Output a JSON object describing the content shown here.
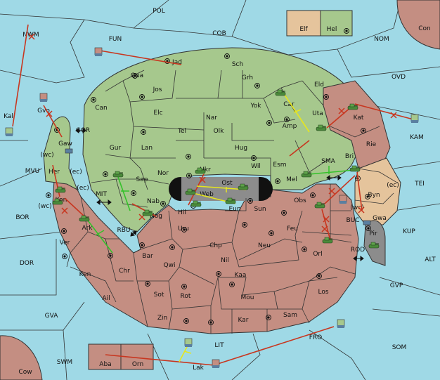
{
  "colors": {
    "sea": "#9fd9e6",
    "land_green": "#a6c88d",
    "land_red": "#c48e82",
    "land_tan": "#e5c49c",
    "land_grey": "#8c8c8c",
    "cap": "#2b2b2b",
    "order_red": "#c8361f",
    "order_green": "#34c22a",
    "order_yellow": "#e6e61e",
    "tank": "#4a8a3a"
  },
  "regions": [
    {
      "id": "POL",
      "label": "POL"
    },
    {
      "id": "FUN",
      "label": "FUN"
    },
    {
      "id": "COB",
      "label": "COB"
    },
    {
      "id": "NWM",
      "label": "NWM"
    },
    {
      "id": "NOM",
      "label": "NOM"
    },
    {
      "id": "Con",
      "label": "Con"
    },
    {
      "id": "Elf",
      "label": "Elf"
    },
    {
      "id": "Hel",
      "label": "Hel"
    },
    {
      "id": "OVD",
      "label": "OVD"
    },
    {
      "id": "KAM",
      "label": "KAM"
    },
    {
      "id": "Kal",
      "label": "Kal"
    },
    {
      "id": "Gvo",
      "label": "Gvo"
    },
    {
      "id": "GOR",
      "label": "GOR"
    },
    {
      "id": "Gaw",
      "label": "Gaw"
    },
    {
      "id": "MVU",
      "label": "MVU"
    },
    {
      "id": "Her",
      "label": "Her"
    },
    {
      "id": "Kon",
      "label": "Kon"
    },
    {
      "id": "BOR",
      "label": "BOR"
    },
    {
      "id": "DOR",
      "label": "DOR"
    },
    {
      "id": "MIT",
      "label": "MIT"
    },
    {
      "id": "RBU",
      "label": "RBU"
    },
    {
      "id": "GVA",
      "label": "GVA"
    },
    {
      "id": "SWM",
      "label": "SWM"
    },
    {
      "id": "Cow",
      "label": "Cow"
    },
    {
      "id": "Aba",
      "label": "Aba"
    },
    {
      "id": "Orn",
      "label": "Orn"
    },
    {
      "id": "LIT",
      "label": "LIT"
    },
    {
      "id": "Lak",
      "label": "Lak"
    },
    {
      "id": "FRO",
      "label": "FRO"
    },
    {
      "id": "SOM",
      "label": "SOM"
    },
    {
      "id": "GVP",
      "label": "GVP"
    },
    {
      "id": "ALT",
      "label": "ALT"
    },
    {
      "id": "KUP",
      "label": "KUP"
    },
    {
      "id": "TEI",
      "label": "TEI"
    },
    {
      "id": "BUC",
      "label": "BUC"
    },
    {
      "id": "ROD",
      "label": "ROD"
    },
    {
      "id": "SMA",
      "label": "SMA"
    },
    {
      "id": "Jad",
      "label": "Jad"
    },
    {
      "id": "Sch",
      "label": "Sch"
    },
    {
      "id": "Qua",
      "label": "Qua"
    },
    {
      "id": "Jos",
      "label": "Jos"
    },
    {
      "id": "Grh",
      "label": "Grh"
    },
    {
      "id": "Eld",
      "label": "Eld"
    },
    {
      "id": "Can",
      "label": "Can"
    },
    {
      "id": "Elc",
      "label": "Elc"
    },
    {
      "id": "Nar",
      "label": "Nar"
    },
    {
      "id": "Yok",
      "label": "Yok"
    },
    {
      "id": "Car",
      "label": "Car"
    },
    {
      "id": "Uta",
      "label": "Uta"
    },
    {
      "id": "Kat",
      "label": "Kat"
    },
    {
      "id": "Tel",
      "label": "Tel"
    },
    {
      "id": "Olk",
      "label": "Olk"
    },
    {
      "id": "Amp",
      "label": "Amp"
    },
    {
      "id": "Rie",
      "label": "Rie"
    },
    {
      "id": "Gur",
      "label": "Gur"
    },
    {
      "id": "Lan",
      "label": "Lan"
    },
    {
      "id": "Hug",
      "label": "Hug"
    },
    {
      "id": "Bri",
      "label": "Bri"
    },
    {
      "id": "Esm",
      "label": "Esm"
    },
    {
      "id": "Nor",
      "label": "Nor"
    },
    {
      "id": "Wil",
      "label": "Wil"
    },
    {
      "id": "Sap",
      "label": "Sap"
    },
    {
      "id": "Ukr",
      "label": "Ukr"
    },
    {
      "id": "Ost",
      "label": "Ost"
    },
    {
      "id": "Mel",
      "label": "Mel"
    },
    {
      "id": "Byn",
      "label": "Byn"
    },
    {
      "id": "Web",
      "label": "Web"
    },
    {
      "id": "Nab",
      "label": "Nab"
    },
    {
      "id": "Hil",
      "label": "Hil"
    },
    {
      "id": "Eun",
      "label": "Eun"
    },
    {
      "id": "Sun",
      "label": "Sun"
    },
    {
      "id": "Obs",
      "label": "Obs"
    },
    {
      "id": "Gwa",
      "label": "Gwa"
    },
    {
      "id": "Nog",
      "label": "Nog"
    },
    {
      "id": "Ark",
      "label": "Ark"
    },
    {
      "id": "Uru",
      "label": "Uru"
    },
    {
      "id": "Feu",
      "label": "Feu"
    },
    {
      "id": "Pir",
      "label": "Pir"
    },
    {
      "id": "Ver",
      "label": "Ver"
    },
    {
      "id": "Chp",
      "label": "Chp"
    },
    {
      "id": "Neu",
      "label": "Neu"
    },
    {
      "id": "Orl",
      "label": "Orl"
    },
    {
      "id": "Bar",
      "label": "Bar"
    },
    {
      "id": "Qwi",
      "label": "Qwi"
    },
    {
      "id": "Nil",
      "label": "Nil"
    },
    {
      "id": "Ken",
      "label": "Ken"
    },
    {
      "id": "Chr",
      "label": "Chr"
    },
    {
      "id": "Kaa",
      "label": "Kaa"
    },
    {
      "id": "Ail",
      "label": "Ail"
    },
    {
      "id": "Sot",
      "label": "Sot"
    },
    {
      "id": "Rot",
      "label": "Rot"
    },
    {
      "id": "Mou",
      "label": "Mou"
    },
    {
      "id": "Los",
      "label": "Los"
    },
    {
      "id": "Zin",
      "label": "Zin"
    },
    {
      "id": "Kar",
      "label": "Kar"
    },
    {
      "id": "Sam",
      "label": "Sam"
    }
  ],
  "coast_notes": {
    "wc": "(wc)",
    "ec": "(ec)"
  },
  "supply_centers": [
    "Hel",
    "Jad",
    "Sch",
    "Grh",
    "Eld",
    "Can",
    "Car",
    "Kat",
    "Gaw",
    "Tel",
    "Amp",
    "Gur",
    "Hug",
    "Nor",
    "Wil",
    "Sap",
    "Mel",
    "Kon",
    "Ark",
    "Nab",
    "Hil",
    "Sun",
    "Obs",
    "Bri",
    "Byn",
    "Pir",
    "Uru",
    "Chp",
    "Feu",
    "Neu",
    "Orl",
    "Bar",
    "Qwi",
    "Chr",
    "Kaa",
    "Ail",
    "Sot",
    "Rot",
    "Los",
    "Zin",
    "Kar",
    "Sam",
    "Lak",
    "Kal",
    "Gvo",
    "KAM",
    "FRO",
    "Jos",
    "Qua"
  ]
}
